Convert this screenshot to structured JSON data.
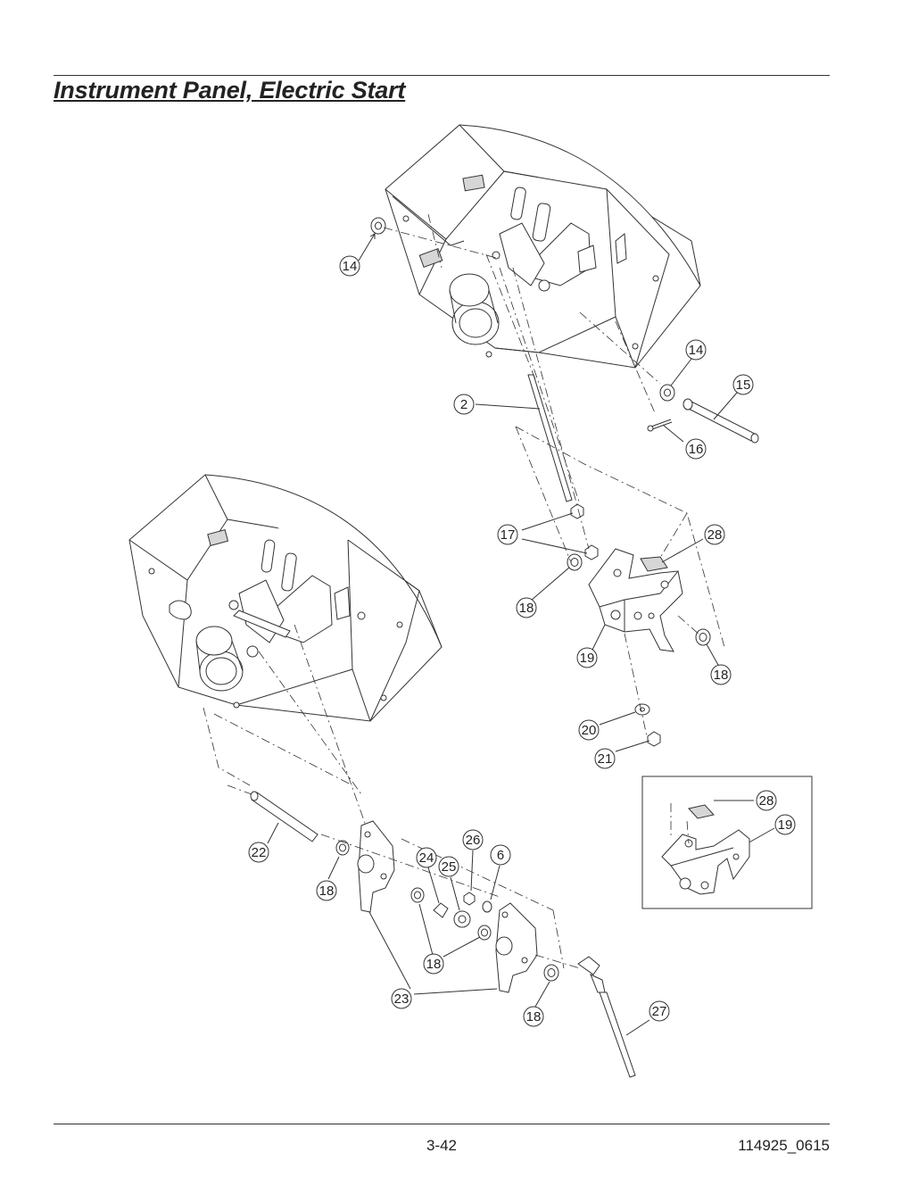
{
  "header": {
    "title": "Instrument Panel, Electric Start"
  },
  "footer": {
    "page_number": "3-42",
    "doc_code": "114925_0615"
  },
  "callouts": [
    {
      "id": "c14a",
      "label": "14"
    },
    {
      "id": "c14b",
      "label": "14"
    },
    {
      "id": "c15",
      "label": "15"
    },
    {
      "id": "c2",
      "label": "2"
    },
    {
      "id": "c16",
      "label": "16"
    },
    {
      "id": "c17",
      "label": "17"
    },
    {
      "id": "c28a",
      "label": "28"
    },
    {
      "id": "c18a",
      "label": "18"
    },
    {
      "id": "c19a",
      "label": "19"
    },
    {
      "id": "c18b",
      "label": "18"
    },
    {
      "id": "c20",
      "label": "20"
    },
    {
      "id": "c21",
      "label": "21"
    },
    {
      "id": "c28b",
      "label": "28"
    },
    {
      "id": "c19b",
      "label": "19"
    },
    {
      "id": "c22",
      "label": "22"
    },
    {
      "id": "c26",
      "label": "26"
    },
    {
      "id": "c24",
      "label": "24"
    },
    {
      "id": "c25",
      "label": "25"
    },
    {
      "id": "c6",
      "label": "6"
    },
    {
      "id": "c18c",
      "label": "18"
    },
    {
      "id": "c18d",
      "label": "18"
    },
    {
      "id": "c23",
      "label": "23"
    },
    {
      "id": "c18e",
      "label": "18"
    },
    {
      "id": "c27",
      "label": "27"
    }
  ]
}
